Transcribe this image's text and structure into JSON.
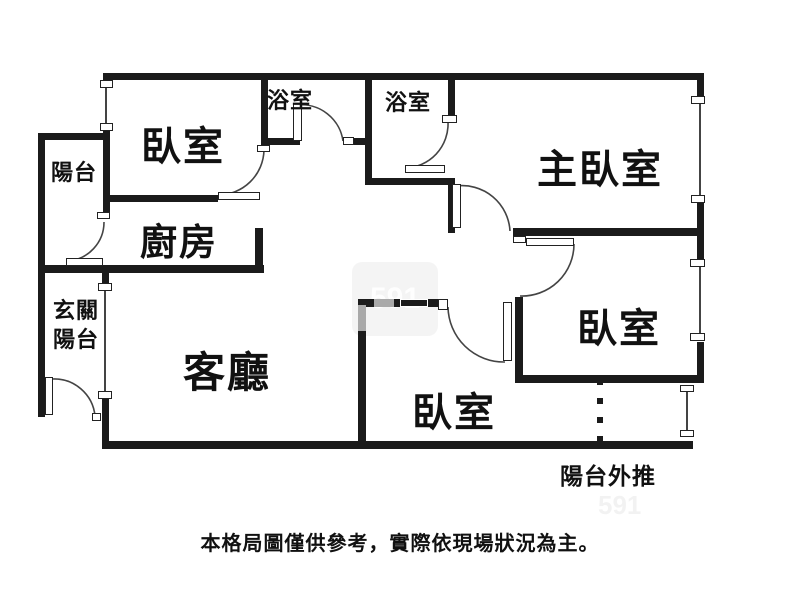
{
  "rooms": {
    "bedroom_top_left": "臥室",
    "balcony": "陽台",
    "kitchen": "廚房",
    "entry_balcony": {
      "line1": "玄關",
      "line2": "陽台"
    },
    "living_room": "客廳",
    "bathroom_1": "浴室",
    "bathroom_2": "浴室",
    "master_bedroom": "主臥室",
    "bedroom_right": "臥室",
    "bedroom_bottom": "臥室"
  },
  "annotations": {
    "balcony_pushed_out": "陽台外推",
    "disclaimer": "本格局圖僅供參考，實際依現場狀況為主。",
    "watermark": "591"
  },
  "colors": {
    "wall": "#1b1b1b",
    "light_wall": "#a9a9a9",
    "background": "#ffffff"
  }
}
